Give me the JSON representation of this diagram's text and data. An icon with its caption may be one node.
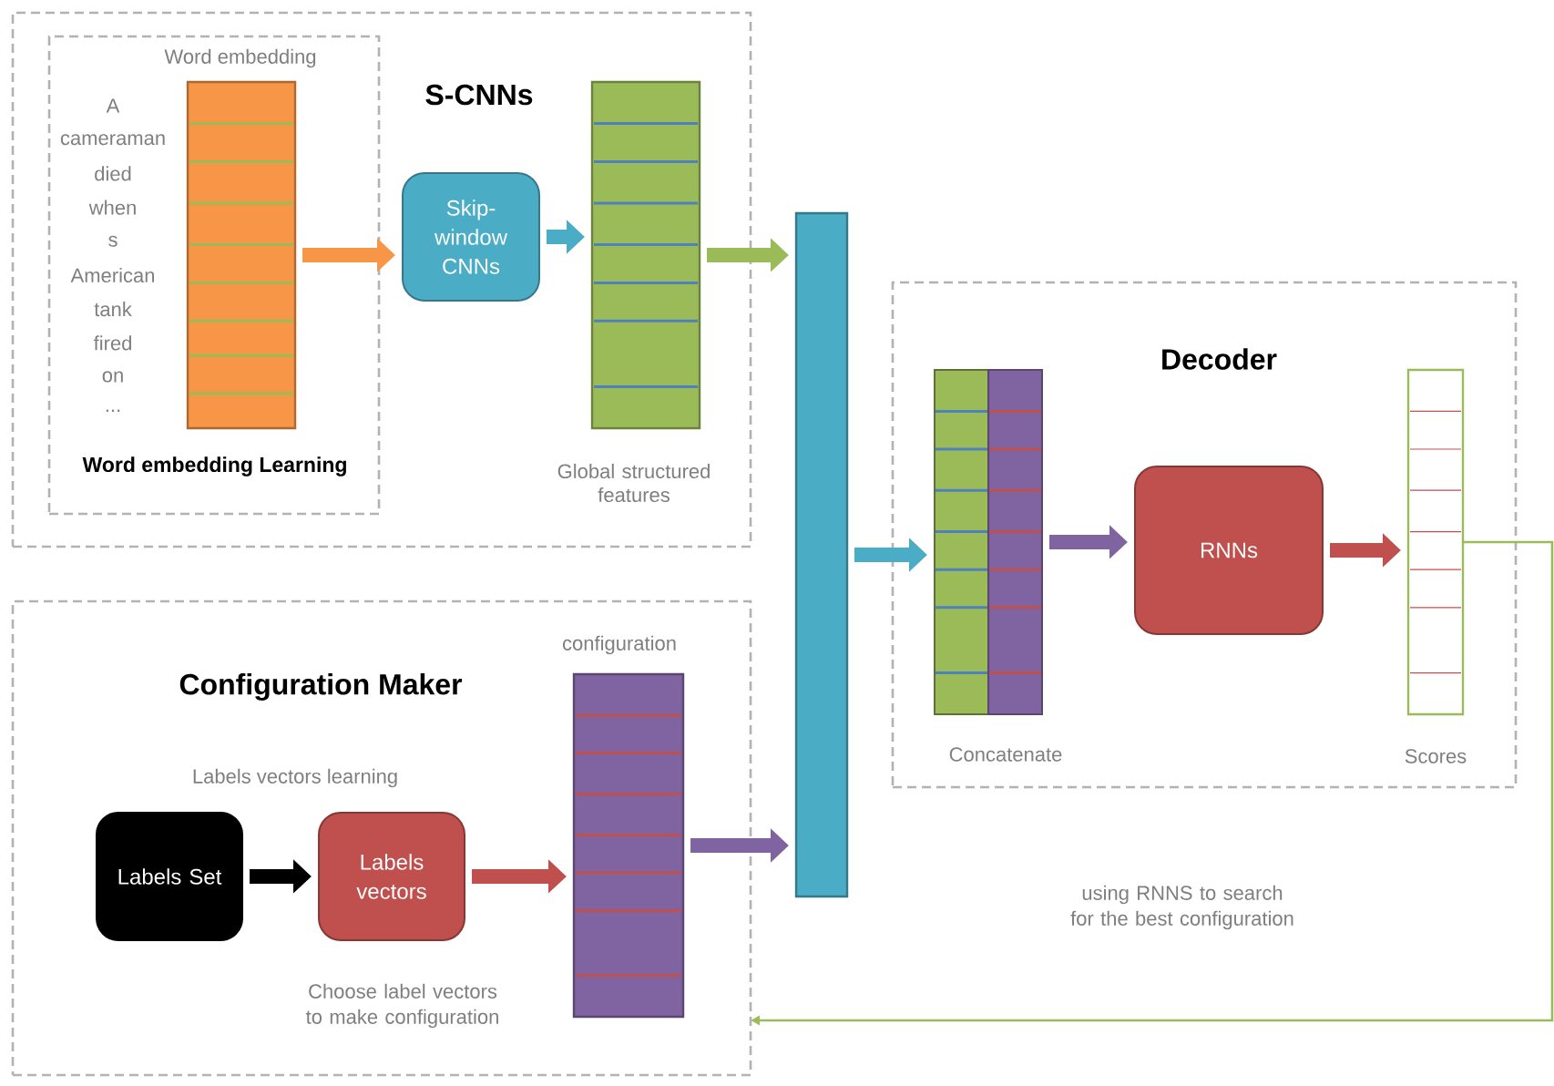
{
  "diagram": {
    "nodes": [
      {
        "text": [
          "S-CNNs"
        ]
      },
      {
        "text": [
          "Word embedding Learning"
        ],
        "in": 0
      },
      {
        "text": [],
        "shape": "bar",
        "in": 1,
        "beside": [
          "Word embedding"
        ]
      },
      {
        "text": [
          "Skip-window CNNs"
        ],
        "in": 0
      },
      {
        "text": [],
        "shape": "bar",
        "in": 0,
        "beside": [
          "Global structured features"
        ]
      },
      {
        "text": [
          "Configuration Maker"
        ]
      },
      {
        "text": [
          "Labels Set"
        ],
        "in": 5
      },
      {
        "text": [
          "Labels vectors"
        ],
        "in": 5
      },
      {
        "text": [],
        "shape": "bar",
        "in": 5,
        "beside": [
          "configuration"
        ]
      },
      {
        "text": [],
        "shape": "bar"
      },
      {
        "text": [
          "Decoder"
        ]
      },
      {
        "text": [],
        "shape": "bar",
        "in": 10,
        "beside": [
          "Concatenate"
        ]
      },
      {
        "text": [
          "RNNs"
        ],
        "in": 10
      },
      {
        "text": [],
        "shape": "bar",
        "in": 10,
        "beside": [
          "Scores"
        ]
      }
    ],
    "edges": [
      {
        "from": 2,
        "to": 3,
        "arrow": "to",
        "color": "#f79646"
      },
      {
        "from": 3,
        "to": 4,
        "arrow": "to",
        "color": "#4bacc6"
      },
      {
        "from": 4,
        "to": 9,
        "arrow": "to",
        "color": "#9bbb59"
      },
      {
        "from": 6,
        "to": 7,
        "arrow": "to",
        "color": "#000000"
      },
      {
        "from": 7,
        "to": 8,
        "arrow": "to",
        "color": "#c0504d"
      },
      {
        "from": 8,
        "to": 9,
        "arrow": "to",
        "color": "#8064a2"
      },
      {
        "from": 9,
        "to": 11,
        "arrow": "to",
        "color": "#4bacc6"
      },
      {
        "from": 11,
        "to": 12,
        "arrow": "to",
        "color": "#8064a2"
      },
      {
        "from": 12,
        "to": 13,
        "arrow": "to",
        "color": "#c0504d"
      },
      {
        "from": 13,
        "to": 5,
        "arrow": "to",
        "color": "#9bbb59"
      }
    ],
    "labels": [
      "A",
      "cameraman",
      "died",
      "when",
      "s",
      "American",
      "tank",
      "fired",
      "on",
      "...",
      "Labels vectors learning",
      "Choose label vectors to make configuration",
      "using RNNS to search for the best configuration"
    ]
  }
}
